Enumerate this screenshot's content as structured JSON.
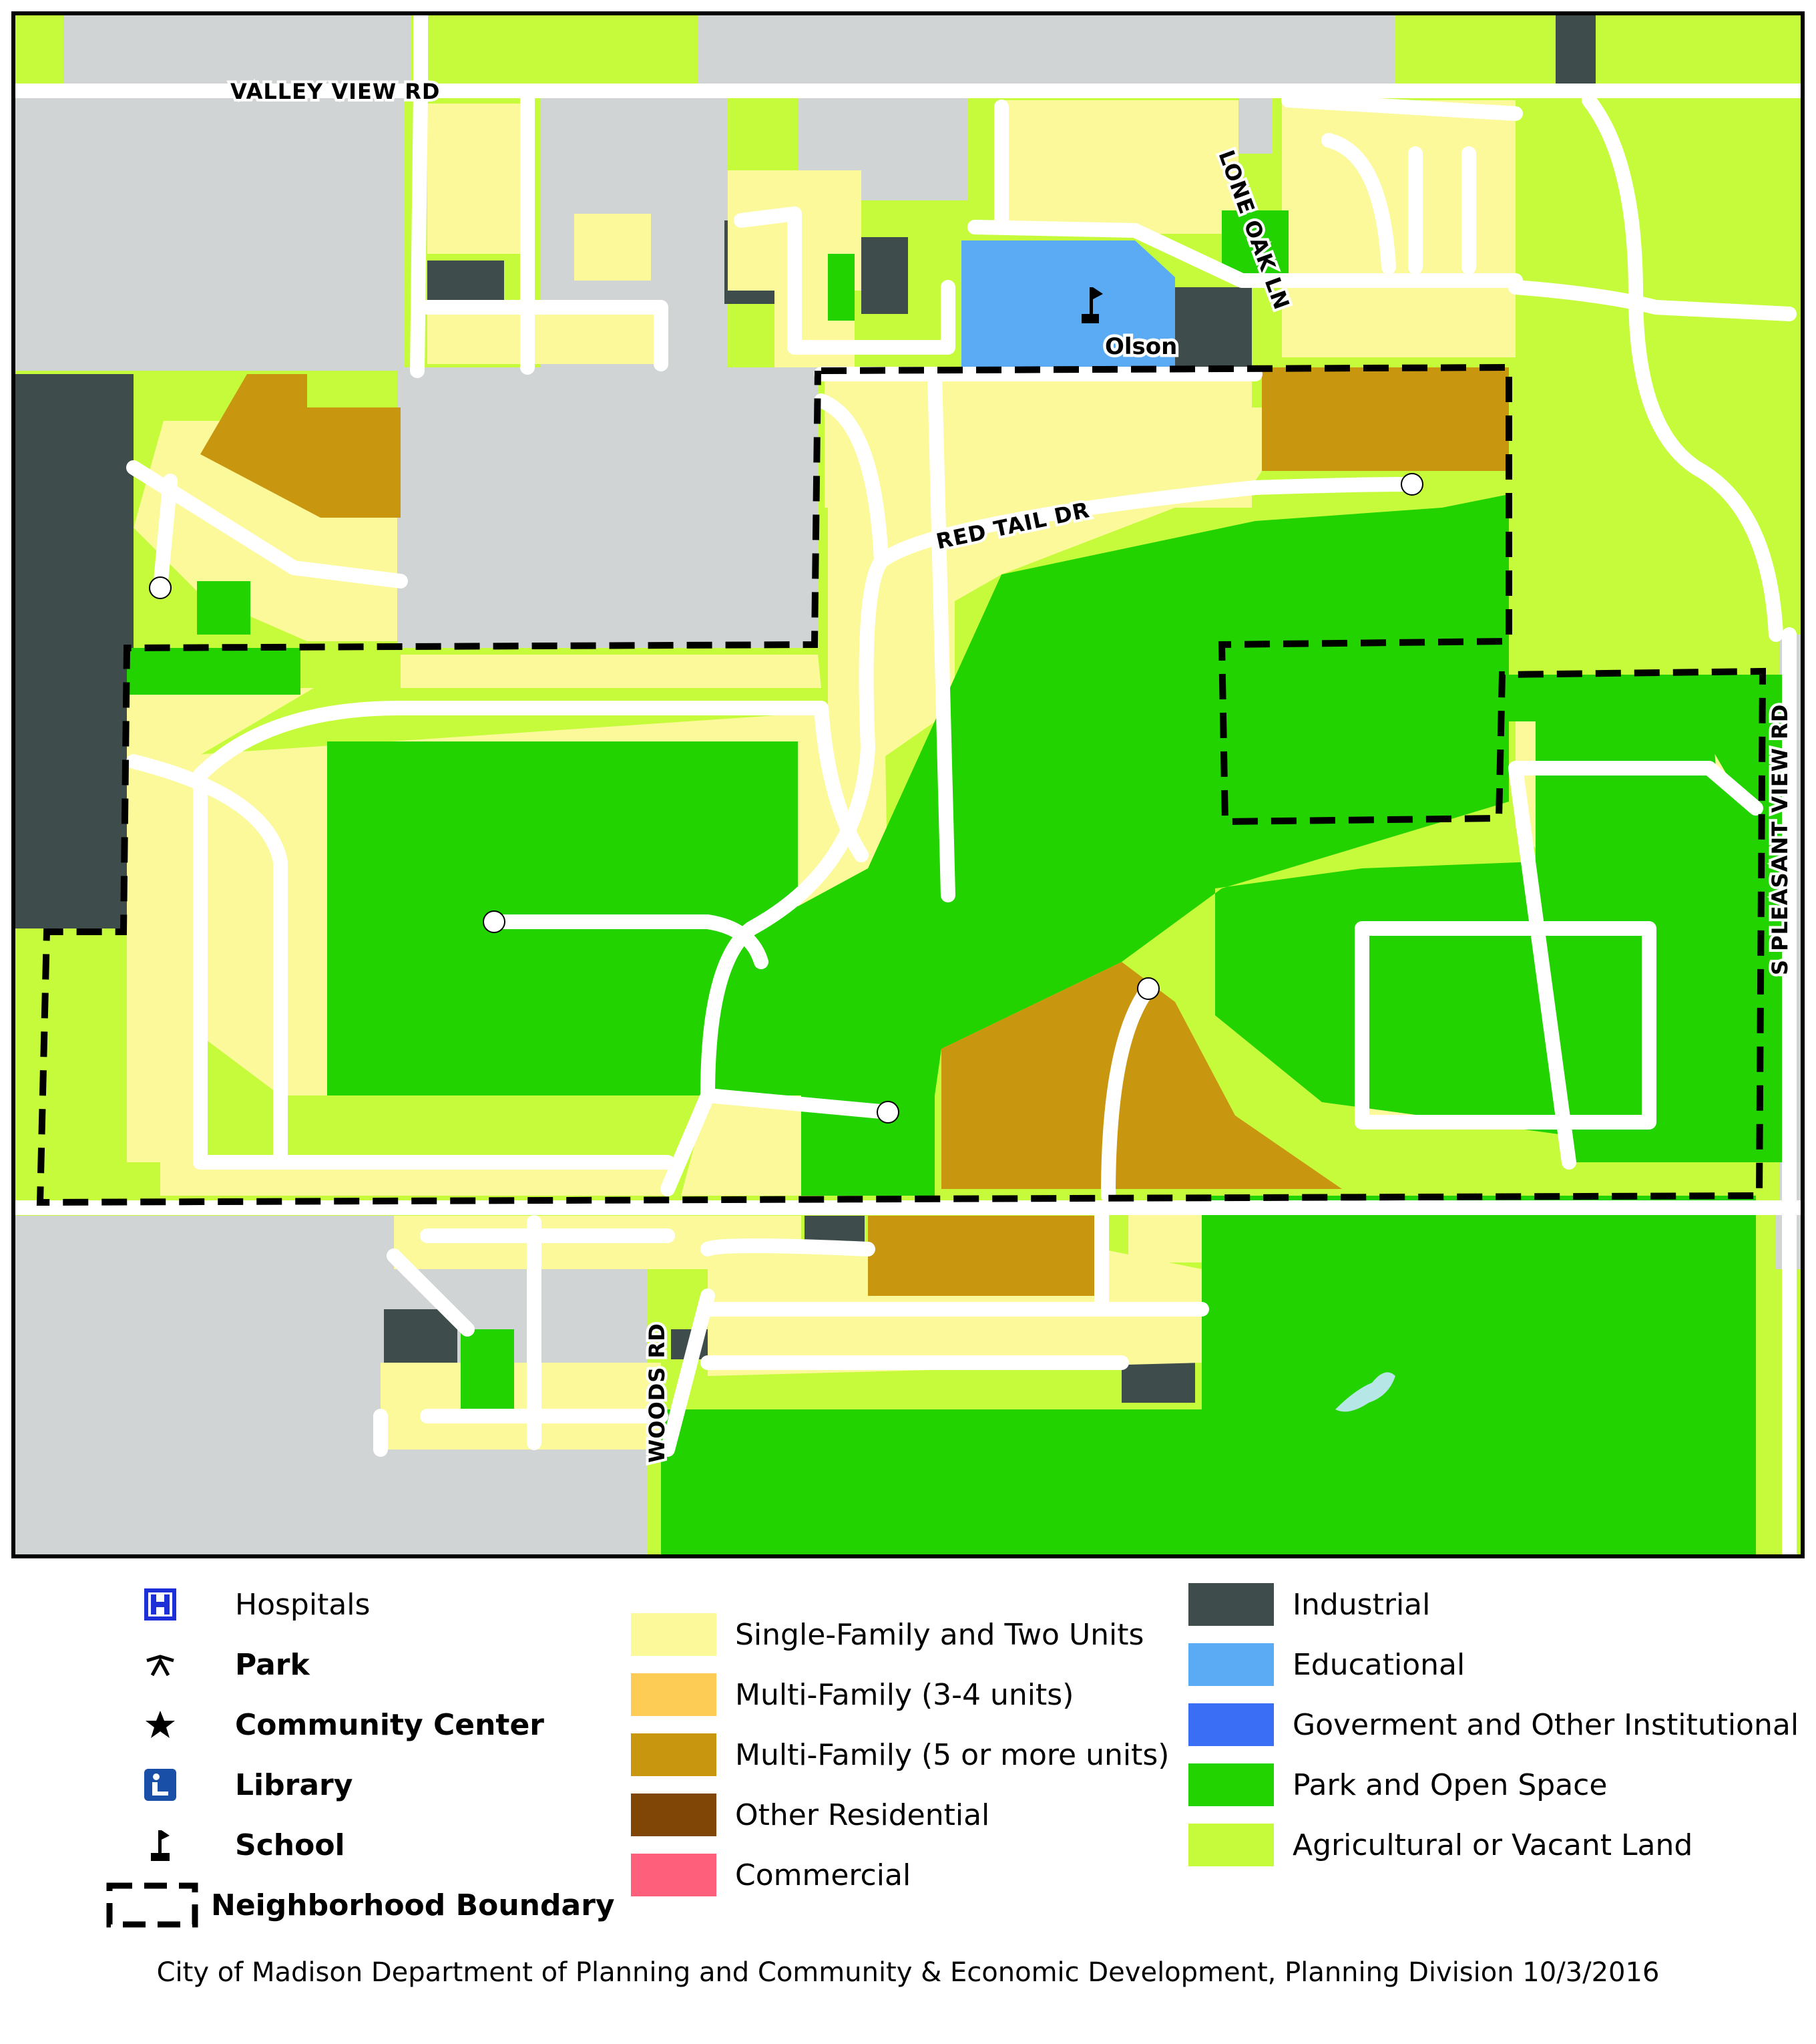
{
  "map": {
    "streets": [
      "VALLEY VIEW RD",
      "RED TAIL DR",
      "LONE OAK LN",
      "WOODS RD",
      "S PLEASANT VIEW RD"
    ],
    "school_label": "Olson"
  },
  "legend": {
    "icons": [
      {
        "label": "Hospitals",
        "icon": "hospital-icon",
        "bold": false
      },
      {
        "label": "Park",
        "icon": "park-icon",
        "bold": true
      },
      {
        "label": "Community Center",
        "icon": "star-icon",
        "bold": true
      },
      {
        "label": "Library",
        "icon": "library-icon",
        "bold": true
      },
      {
        "label": "School",
        "icon": "school-flag-icon",
        "bold": true
      },
      {
        "label": "Neighborhood Boundary",
        "icon": "dashed-boundary-icon",
        "bold": true
      }
    ],
    "land_use": [
      {
        "label": "Single-Family and Two Units",
        "color": "#fcf99b"
      },
      {
        "label": "Multi-Family (3-4 units)",
        "color": "#fccc55"
      },
      {
        "label": "Multi-Family (5 or more units)",
        "color": "#c9960f"
      },
      {
        "label": "Other Residential",
        "color": "#7f4606"
      },
      {
        "label": "Commercial",
        "color": "#fe5f7a"
      },
      {
        "label": "Industrial",
        "color": "#3e4c4c"
      },
      {
        "label": "Educational",
        "color": "#5aabf3"
      },
      {
        "label": "Goverment and Other Institutional",
        "color": "#3a6ef5"
      },
      {
        "label": "Park and Open Space",
        "color": "#22d300"
      },
      {
        "label": "Agricultural or Vacant Land",
        "color": "#c6fb3c"
      }
    ]
  },
  "credit": "City of Madison Department of Planning and Community & Economic Development, Planning Division  10/3/2016"
}
